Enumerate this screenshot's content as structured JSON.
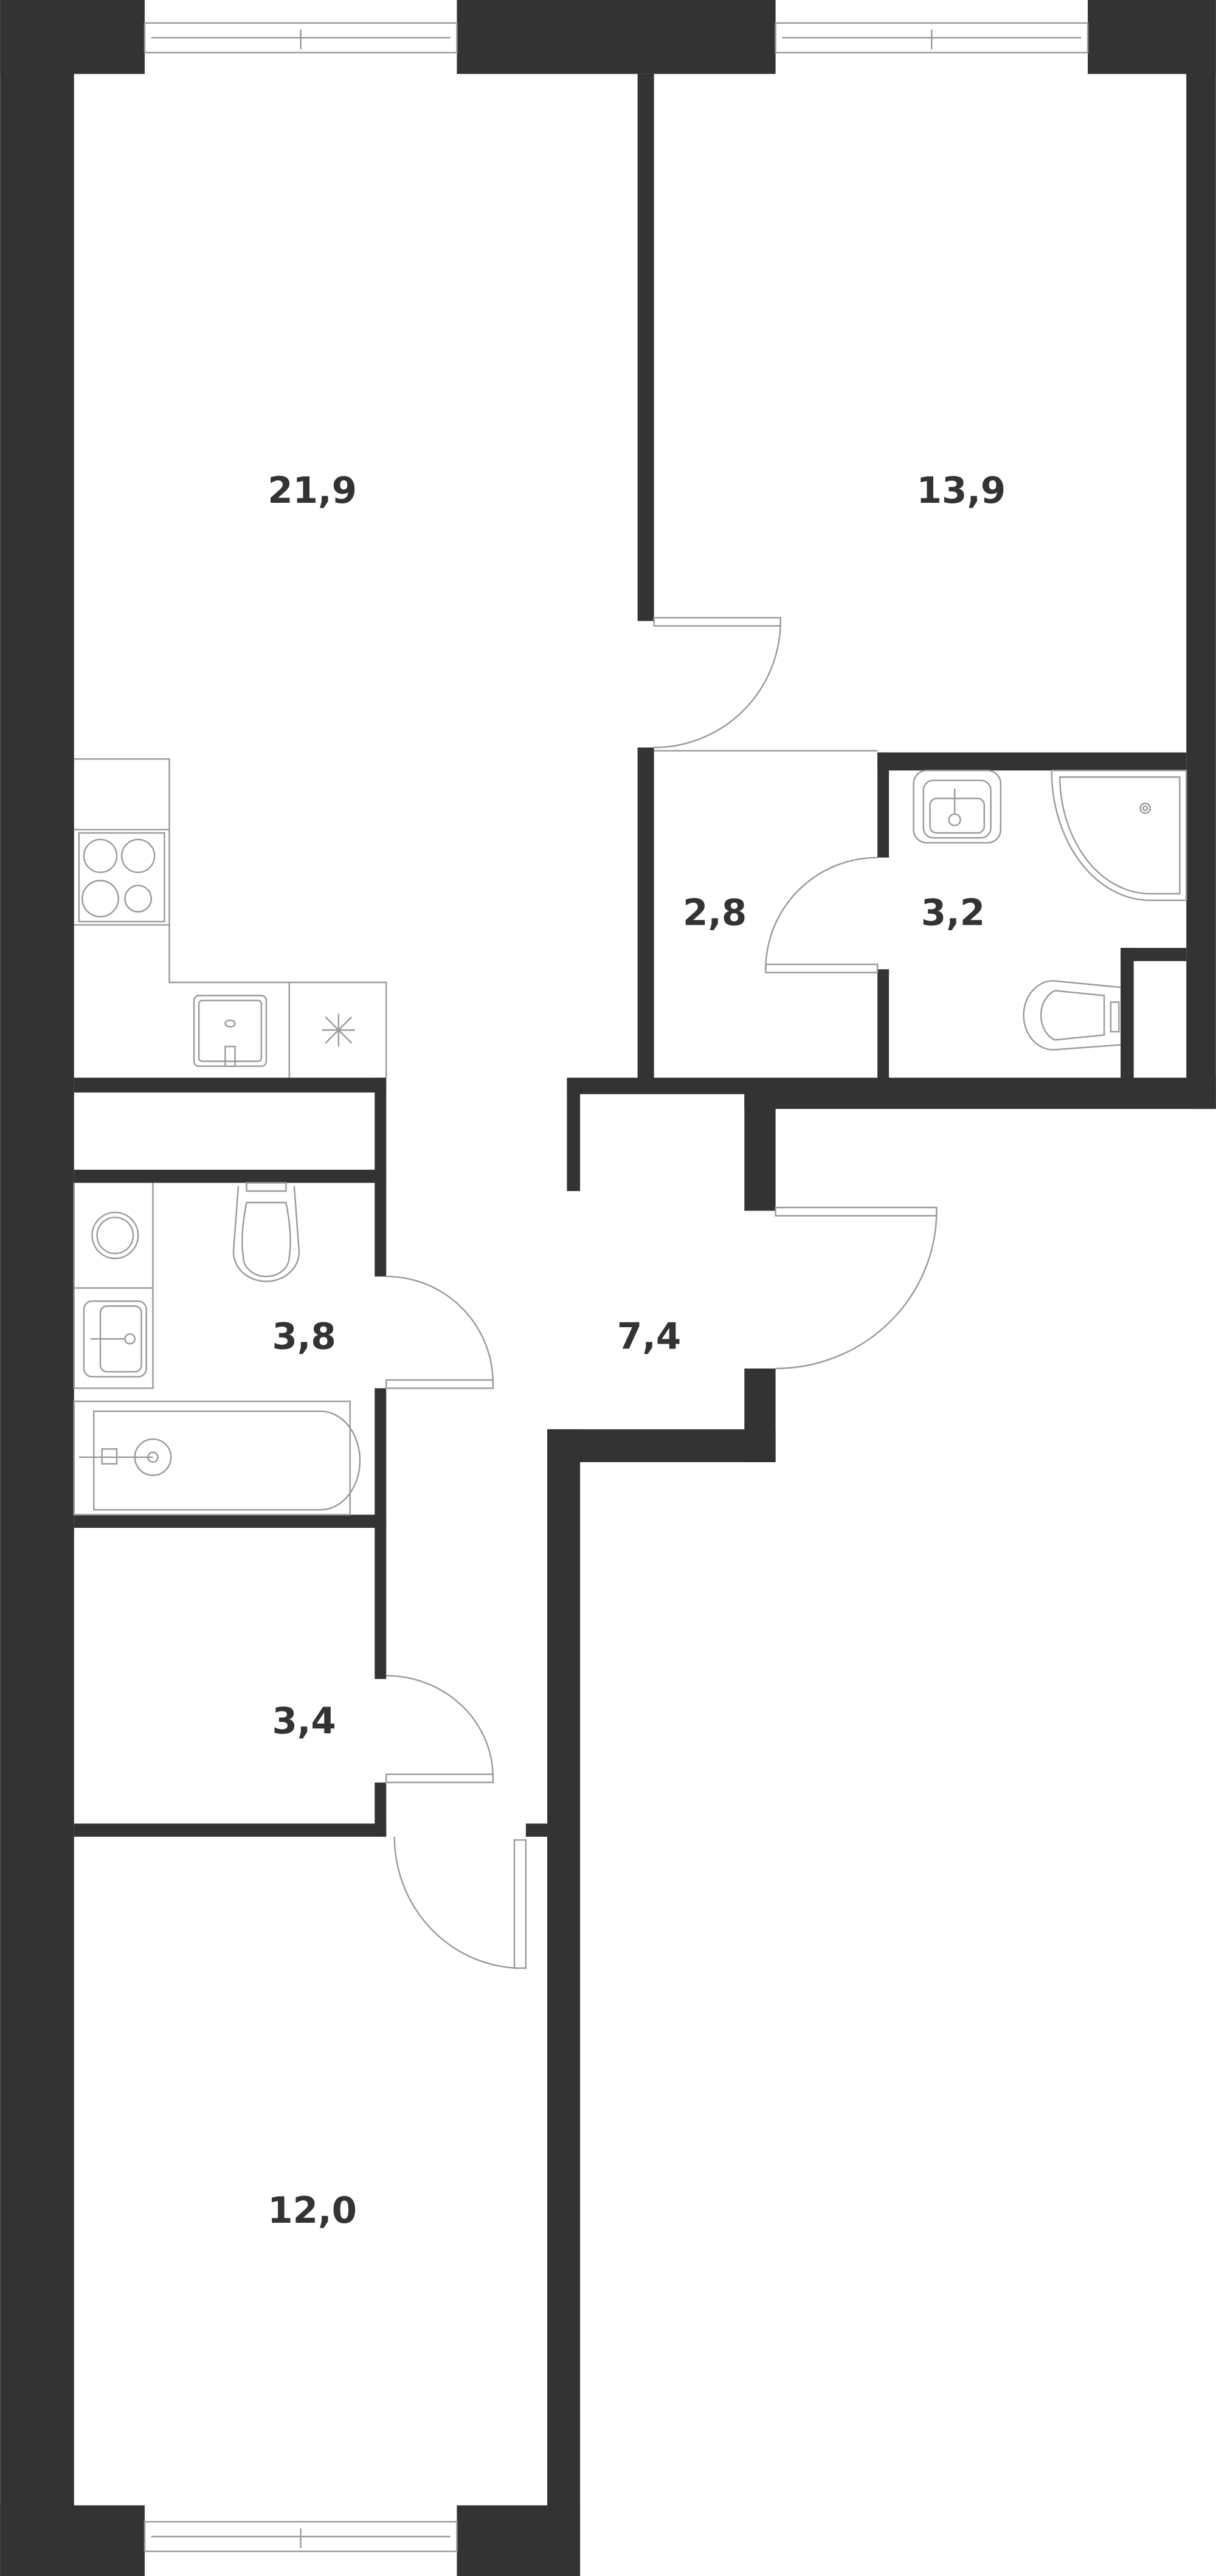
{
  "plan": {
    "wall_color": "#333333",
    "rooms": [
      {
        "id": "living-kitchen",
        "area": "21,9"
      },
      {
        "id": "bedroom-1",
        "area": "13,9"
      },
      {
        "id": "wardrobe",
        "area": "2,8"
      },
      {
        "id": "bathroom-1",
        "area": "3,2"
      },
      {
        "id": "bathroom-2",
        "area": "3,8"
      },
      {
        "id": "hallway",
        "area": "7,4"
      },
      {
        "id": "storage",
        "area": "3,4"
      },
      {
        "id": "bedroom-2",
        "area": "12,0"
      }
    ]
  }
}
